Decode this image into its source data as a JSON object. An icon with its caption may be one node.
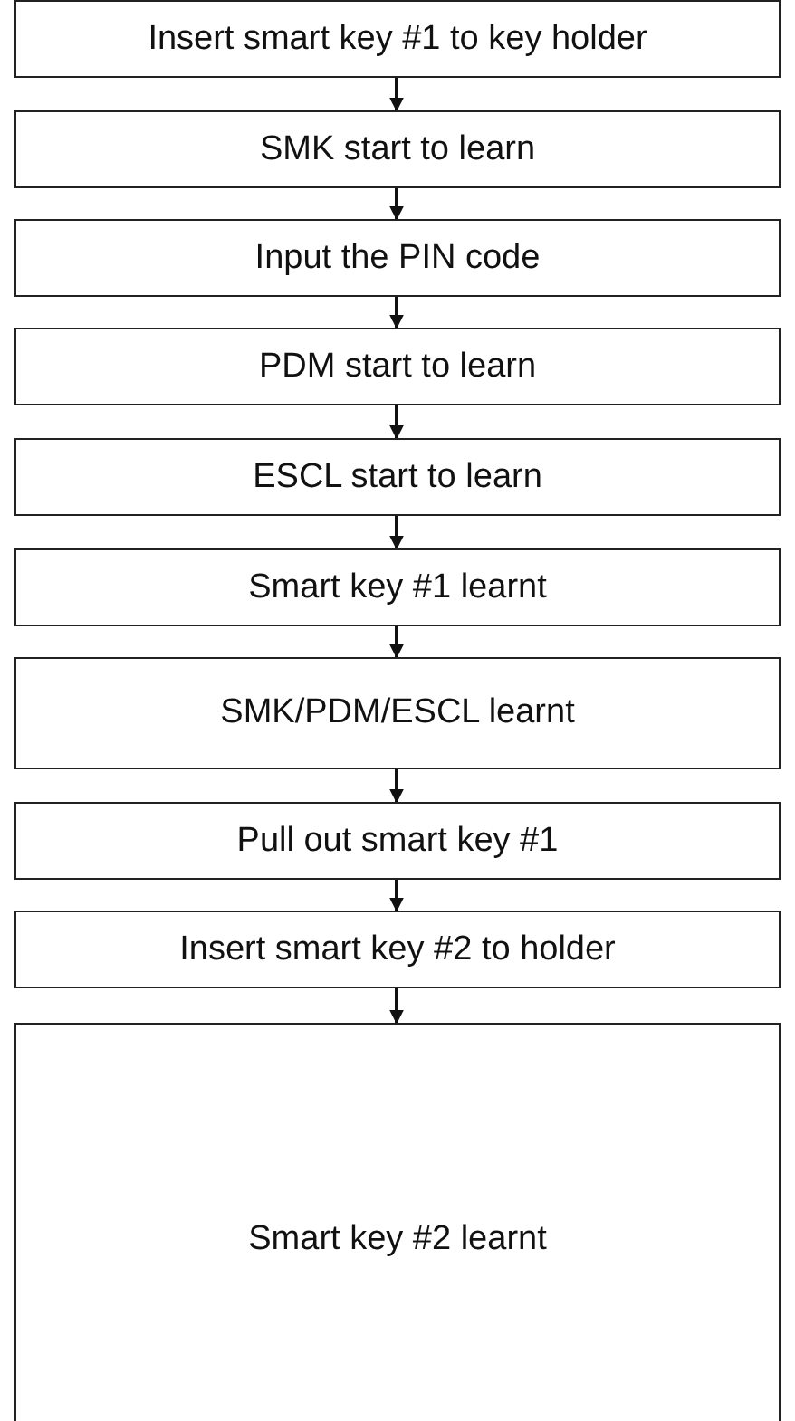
{
  "diagram": {
    "nodes": [
      {
        "text": [
          "Insert smart key #1 to key holder"
        ]
      },
      {
        "text": [
          "SMK start to learn"
        ]
      },
      {
        "text": [
          "Input the PIN code"
        ]
      },
      {
        "text": [
          "PDM start to learn"
        ]
      },
      {
        "text": [
          "ESCL start to learn"
        ]
      },
      {
        "text": [
          "Smart key #1 learnt"
        ]
      },
      {
        "text": [
          "SMK/PDM/ESCL learnt"
        ]
      },
      {
        "text": [
          "Pull out smart key #1"
        ]
      },
      {
        "text": [
          "Insert smart key #2 to holder"
        ]
      },
      {
        "text": [
          "Smart key #2 learnt"
        ]
      }
    ],
    "edges": [
      {
        "from": 0,
        "to": 1,
        "arrow": "to"
      },
      {
        "from": 1,
        "to": 2,
        "arrow": "to"
      },
      {
        "from": 2,
        "to": 3,
        "arrow": "to"
      },
      {
        "from": 3,
        "to": 4,
        "arrow": "to"
      },
      {
        "from": 4,
        "to": 5,
        "arrow": "to"
      },
      {
        "from": 5,
        "to": 6,
        "arrow": "to"
      },
      {
        "from": 6,
        "to": 7,
        "arrow": "to"
      },
      {
        "from": 7,
        "to": 8,
        "arrow": "to"
      },
      {
        "from": 8,
        "to": 9,
        "arrow": "to"
      }
    ]
  }
}
